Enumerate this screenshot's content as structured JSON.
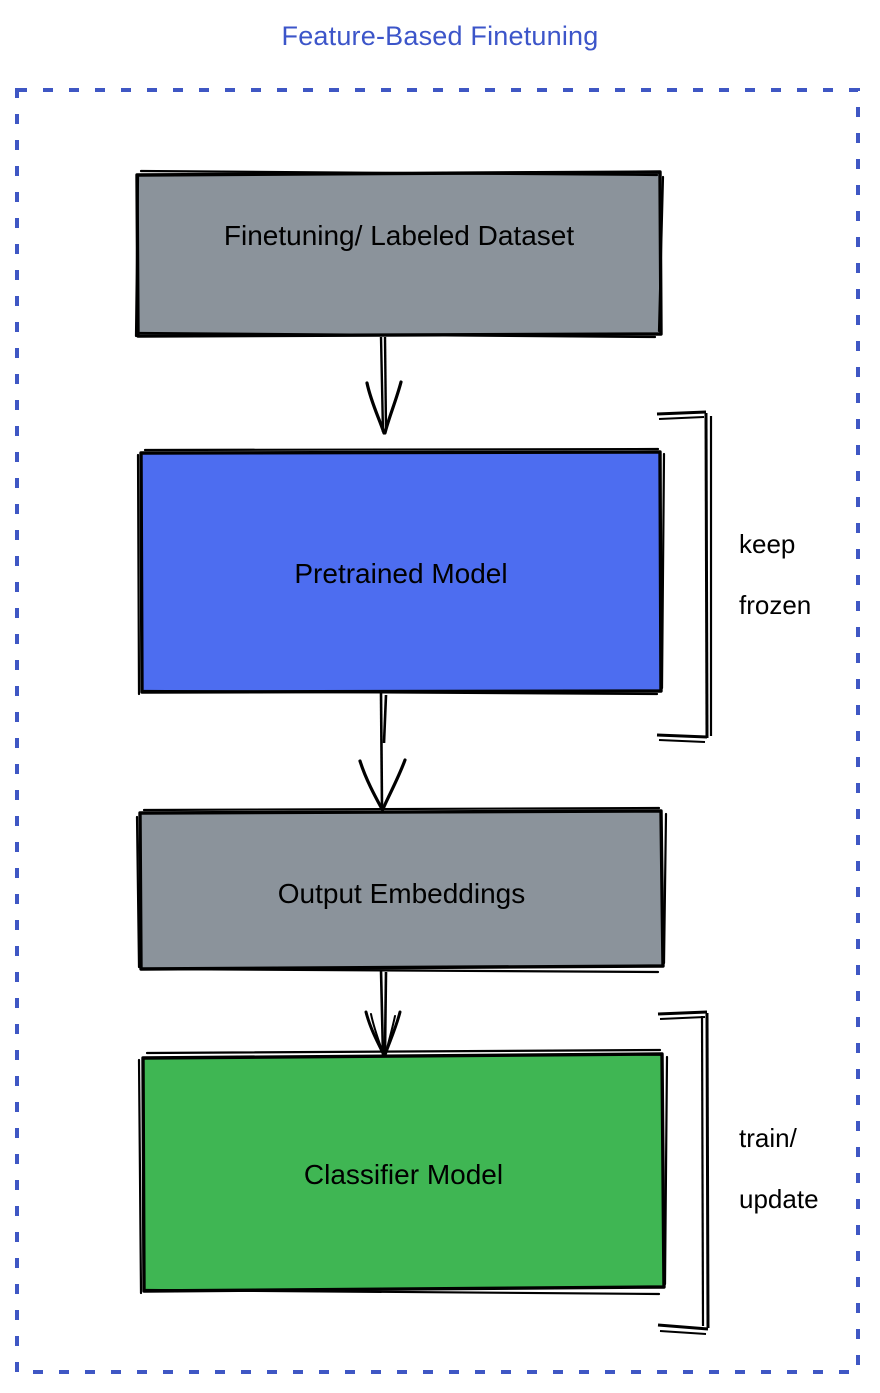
{
  "title": "Feature-Based Finetuning",
  "colors": {
    "title_blue": "#3c55c9",
    "border_dashed_blue": "#3f57c4",
    "gray_box": "#8b939b",
    "blue_box": "#4d6df0",
    "green_box": "#3fb653",
    "stroke_black": "#000000",
    "background": "#ffffff"
  },
  "nodes": [
    {
      "id": "dataset",
      "label": "Finetuning/ Labeled Dataset",
      "fill": "#8b939b",
      "font_size": 28
    },
    {
      "id": "pretrained",
      "label": "Pretrained Model",
      "fill": "#4d6df0",
      "font_size": 28
    },
    {
      "id": "embeddings",
      "label": "Output Embeddings",
      "fill": "#8b939b",
      "font_size": 28
    },
    {
      "id": "classifier",
      "label": "Classifier Model",
      "fill": "#3fb653",
      "font_size": 28
    }
  ],
  "edges": [
    {
      "from": "dataset",
      "to": "pretrained",
      "arrow": "down"
    },
    {
      "from": "pretrained",
      "to": "embeddings",
      "arrow": "down"
    },
    {
      "from": "embeddings",
      "to": "classifier",
      "arrow": "down"
    }
  ],
  "annotations": [
    {
      "id": "keep-frozen",
      "target": "pretrained",
      "line1": "keep",
      "line2": "frozen"
    },
    {
      "id": "train-update",
      "target": "classifier",
      "line1": "train/",
      "line2": "update"
    }
  ]
}
